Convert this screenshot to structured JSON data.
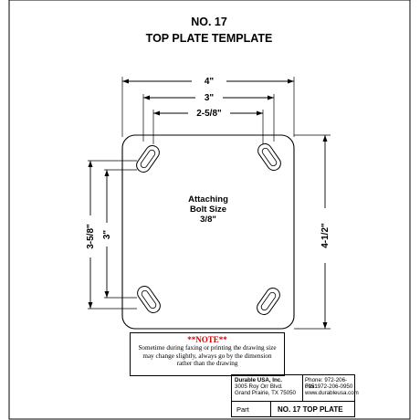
{
  "title": {
    "line1": "NO. 17",
    "line2": "TOP PLATE TEMPLATE"
  },
  "dimensions": {
    "overall_width": "4\"",
    "bolt_spacing_width": "3\"",
    "inner_width": "2-5/8\"",
    "overall_height": "4-1/2\"",
    "outer_bolt_height": "3-5/8\"",
    "inner_bolt_height": "3\""
  },
  "bolt_label": {
    "line1": "Attaching",
    "line2": "Bolt Size",
    "line3": "3/8\""
  },
  "note": {
    "heading": "**NOTE**",
    "body_line1": "Sometime during faxing or printing the drawing size",
    "body_line2": "may change slightly, always go by the dimension",
    "body_line3": "rather than the drawing"
  },
  "title_block": {
    "company": "Durable USA, Inc.",
    "address1": "3005 Roy Orr Blvd.",
    "address2": "Grand Prairie, TX 75050",
    "phone": "Phone: 972-206-0951",
    "fax": "Fax: 972-206-0950",
    "website": "www.durableusa.com",
    "part_label": "Part",
    "part_name": "NO. 17 TOP PLATE"
  },
  "colors": {
    "note_heading": "#d40000",
    "ink": "#000000"
  }
}
